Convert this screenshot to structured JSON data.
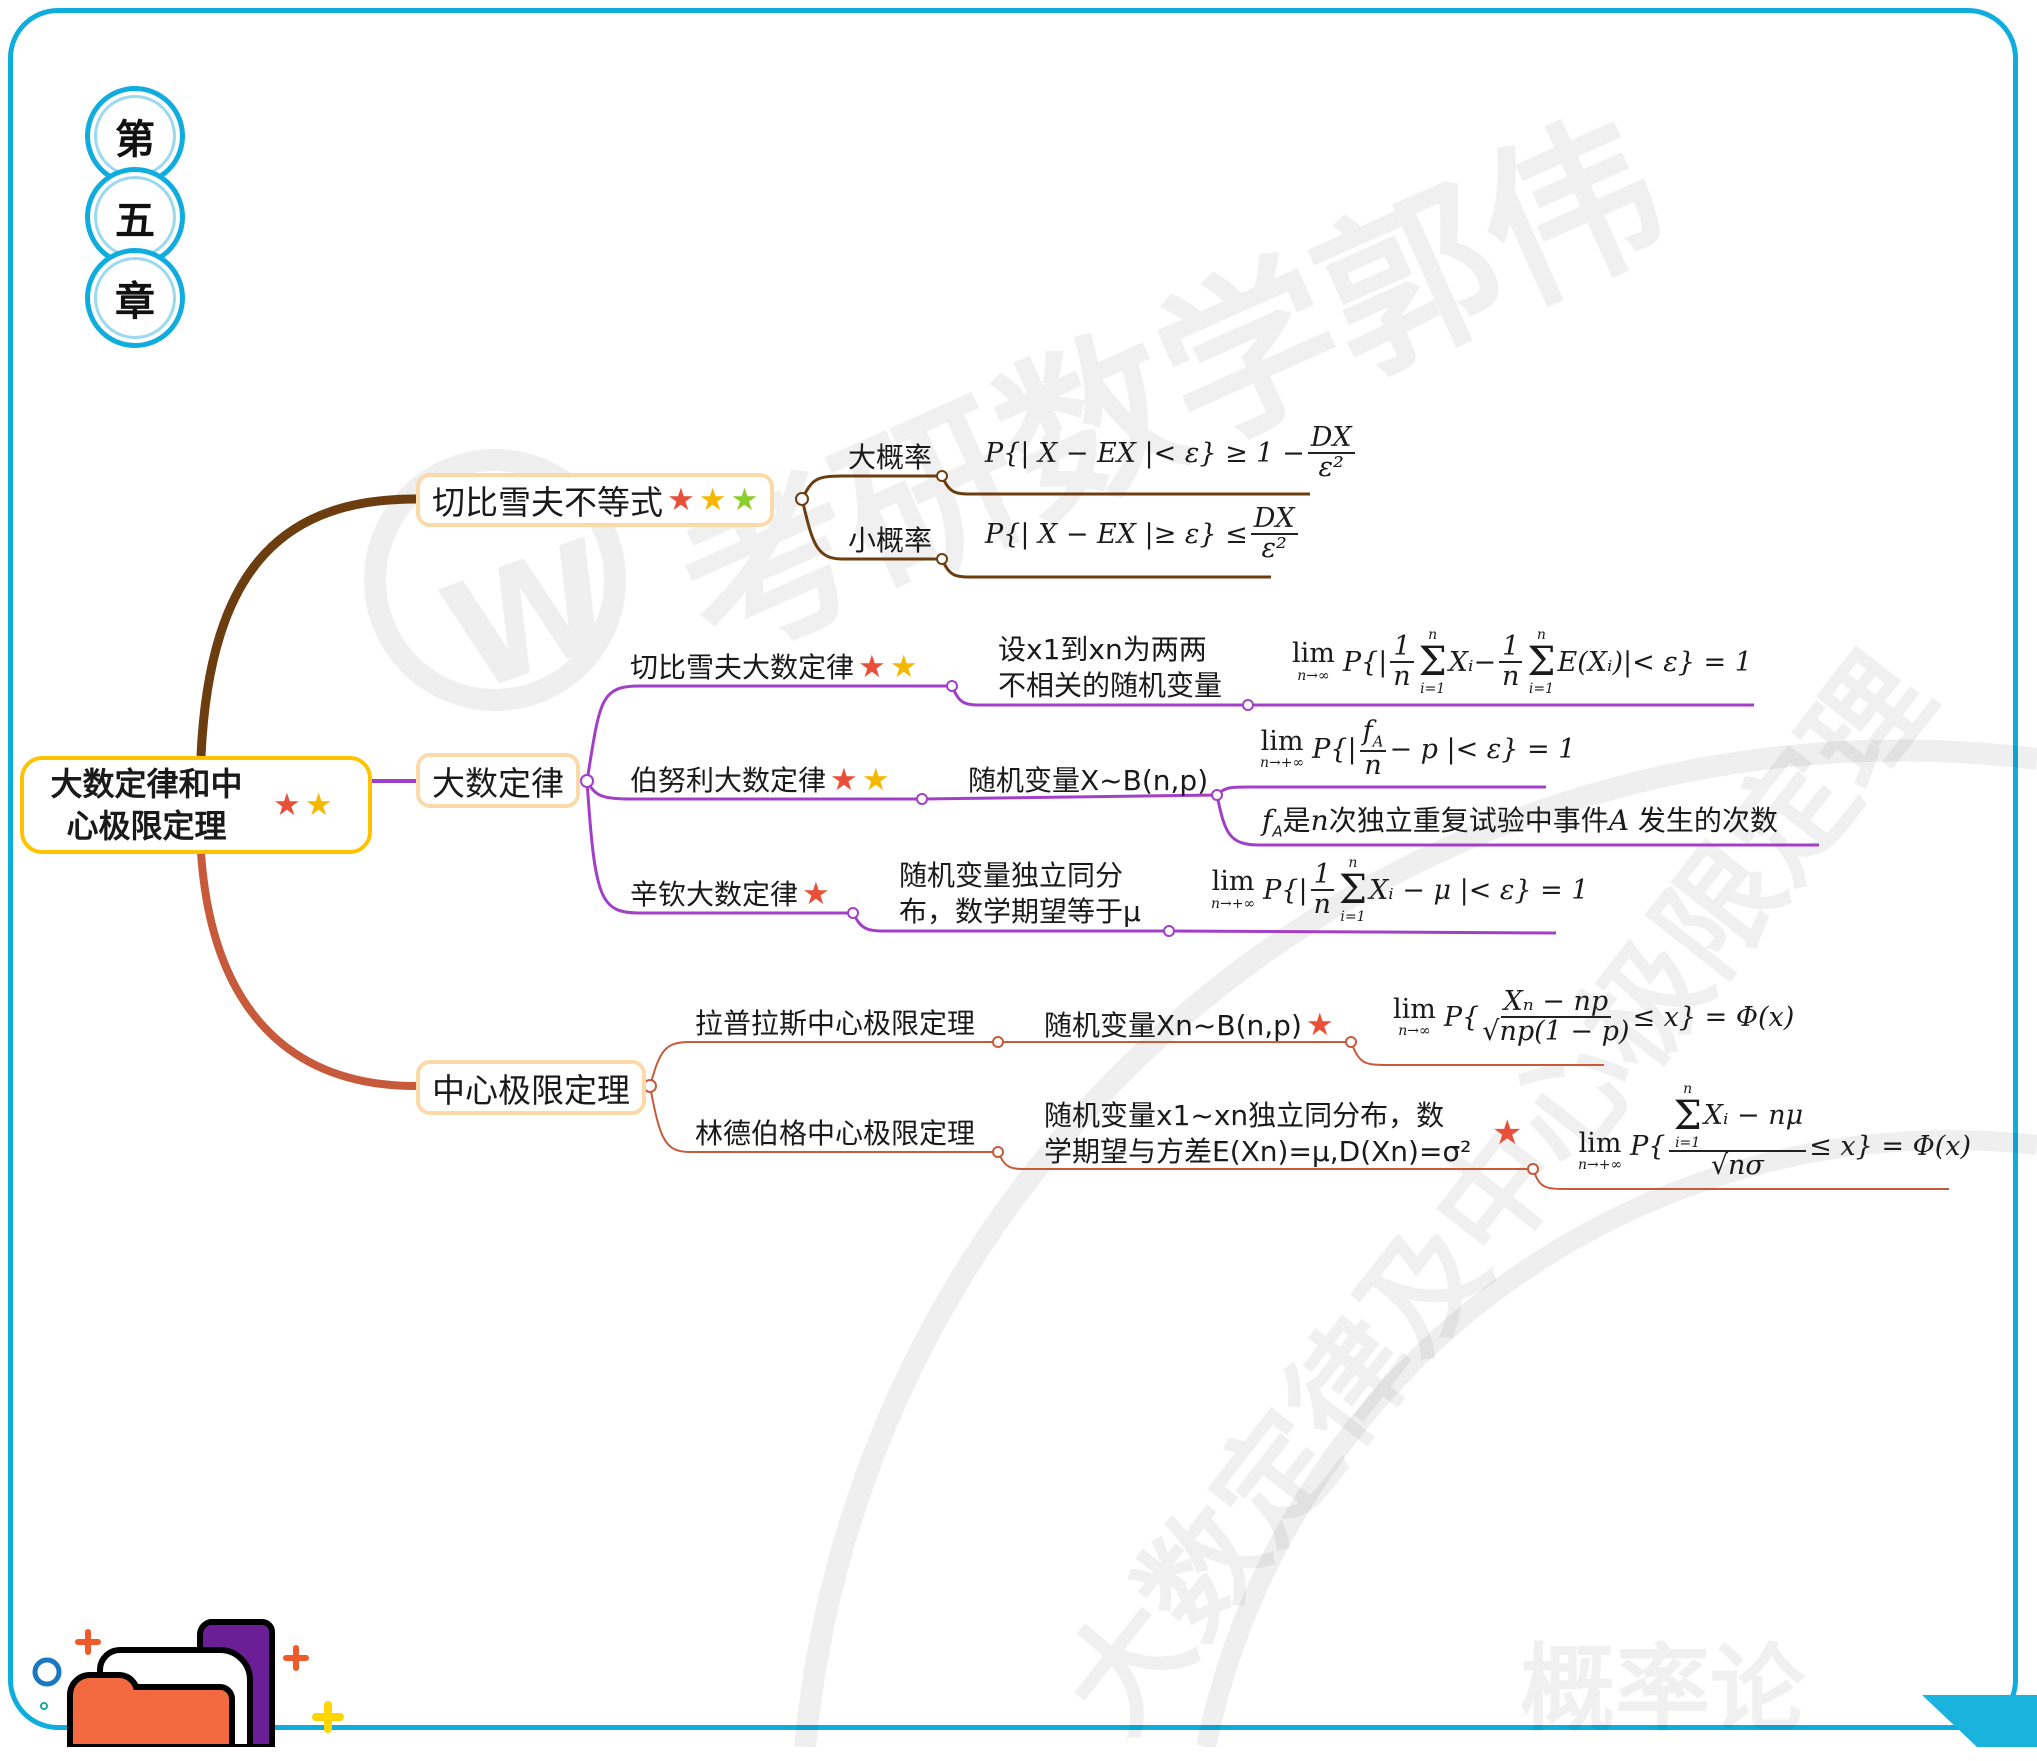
{
  "chapter": [
    "第",
    "五",
    "章"
  ],
  "watermark": {
    "brand": "考研数学郭伟",
    "topic": "大数定律及中心极限定理",
    "subject": "概率论"
  },
  "colors": {
    "border": "#0fadde",
    "brown": "#6b3d0f",
    "purple": "#a23fc8",
    "red": "#c75a3a",
    "root_border": "#fdc300",
    "box_border": "#fbd9a8"
  },
  "root": {
    "label": "大数定律和中心极限定理",
    "line1": "大数定律和中",
    "line2": "心极限定理",
    "stars": [
      "red",
      "yellow"
    ]
  },
  "chebyshev_ineq": {
    "label": "切比雪夫不等式",
    "stars": [
      "red",
      "yellow",
      "green"
    ],
    "big_prob": {
      "label": "大概率",
      "pre": "P{| X − EX |< ε} ≥ 1 −",
      "num": "DX",
      "den": "ε²"
    },
    "small_prob": {
      "label": "小概率",
      "pre": "P{| X − EX |≥ ε} ≤",
      "num": "DX",
      "den": "ε²"
    }
  },
  "lln": {
    "label": "大数定律",
    "chebyshev": {
      "label": "切比雪夫大数定律",
      "stars": [
        "red",
        "yellow"
      ],
      "cond1": "设x1到xn为两两",
      "cond2": "不相关的随机变量",
      "formula": {
        "lim": "lim",
        "limsub": "n→∞",
        "p": "P{|",
        "one": "1",
        "n": "n",
        "sum_top": "n",
        "sigma": "Σ",
        "sum_bot": "i=1",
        "xi": "Xᵢ",
        "minus": " − ",
        "exi": "E(Xᵢ)",
        "tail": "|< ε} = 1"
      }
    },
    "bernoulli": {
      "label": "伯努利大数定律",
      "stars": [
        "red",
        "yellow"
      ],
      "cond": "随机变量X~B(n,p)",
      "formula": {
        "lim": "lim",
        "limsub": "n→+∞",
        "p": "P{|",
        "num": "f",
        "numsub": "A",
        "den": "n",
        "tail": "− p |< ε} = 1"
      },
      "note": {
        "f": "f",
        "fsub": "A",
        "text1": "是",
        "n": "n",
        "text2": "次独立重复试验中事件",
        "a": "A",
        "text3": " 发生的次数"
      }
    },
    "khinchin": {
      "label": "辛钦大数定律",
      "stars": [
        "red"
      ],
      "cond1": "随机变量独立同分",
      "cond2": "布，数学期望等于μ",
      "formula": {
        "lim": "lim",
        "limsub": "n→+∞",
        "p": "P{|",
        "one": "1",
        "n": "n",
        "sum_top": "n",
        "sigma": "Σ",
        "sum_bot": "i=1",
        "tail": "Xᵢ − μ |< ε} = 1"
      }
    }
  },
  "clt": {
    "label": "中心极限定理",
    "laplace": {
      "label": "拉普拉斯中心极限定理",
      "cond": "随机变量Xn~B(n,p)",
      "stars": [
        "red"
      ],
      "formula": {
        "lim": "lim",
        "limsub": "n→∞",
        "p": "P{",
        "num": "Xₙ − np",
        "den": "√np(1 − p)",
        "tail": "≤ x} = Φ(x)"
      }
    },
    "lindeberg": {
      "label": "林德伯格中心极限定理",
      "cond1": "随机变量x1~xn独立同分布，数",
      "cond2": "学期望与方差E(Xn)=μ,D(Xn)=σ²",
      "stars": [
        "red"
      ],
      "formula": {
        "lim": "lim",
        "limsub": "n→+∞",
        "p": "P{",
        "sum_top": "n",
        "sigma": "Σ",
        "sum_bot": "i=1",
        "num": "Xᵢ − nμ",
        "den": "√nσ",
        "tail": "≤ x} = Φ(x)"
      }
    }
  }
}
